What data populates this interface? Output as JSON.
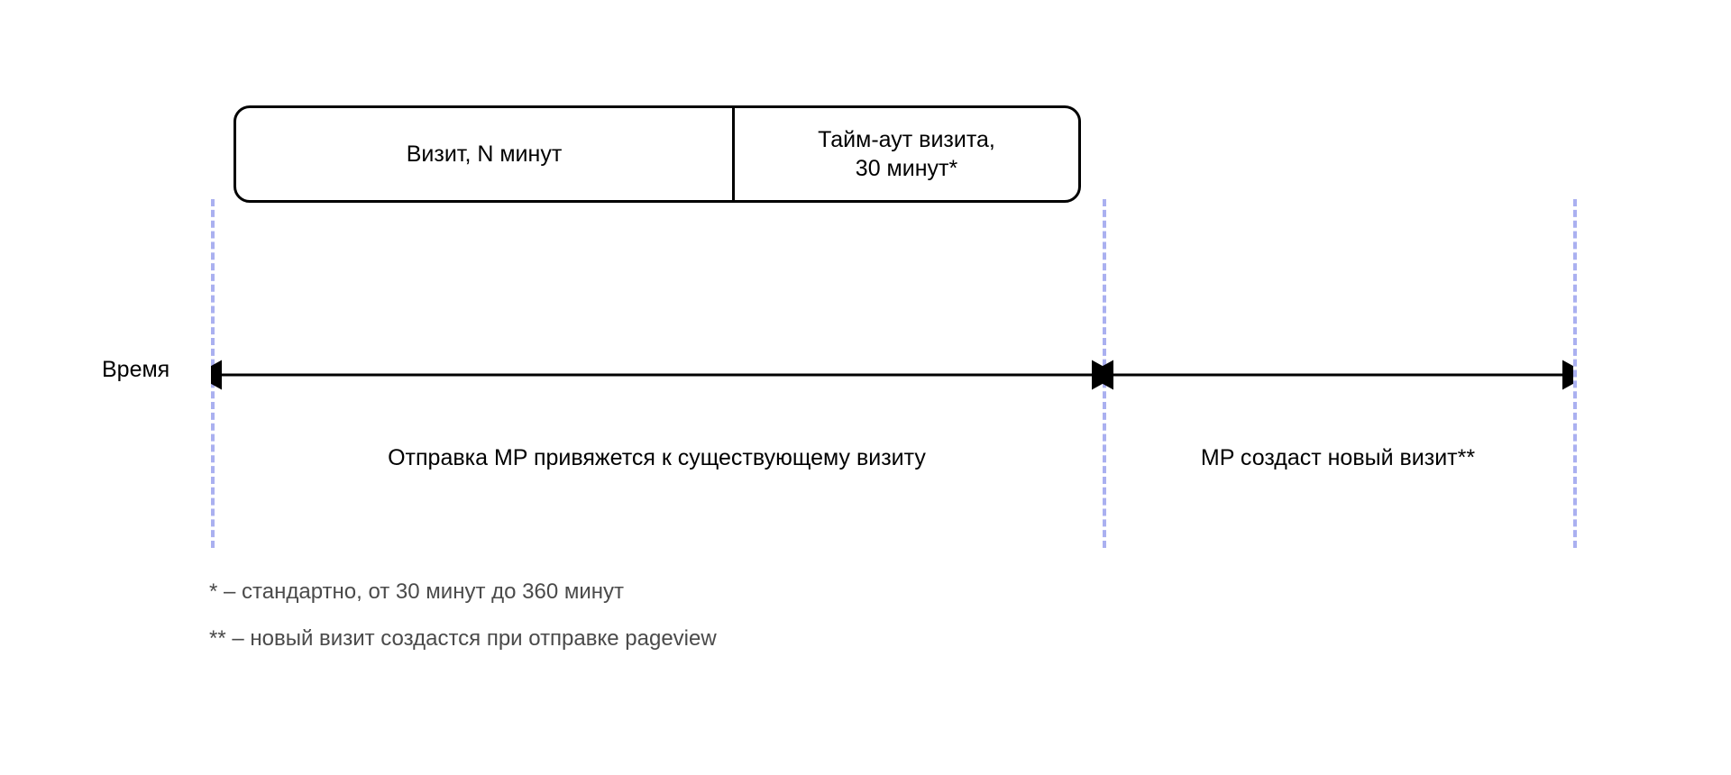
{
  "diagram": {
    "title_text": "Визит, N минут",
    "bar": {
      "segments": [
        {
          "label": "Визит, N минут",
          "name": "visit-segment"
        },
        {
          "label": "Тайм-аут визита,\n30 минут*",
          "name": "timeout-segment"
        }
      ]
    },
    "axis": {
      "label": "Время",
      "left_span_caption": "Отправка MP привяжется к существующему визиту",
      "right_span_caption": "MP создаст новый визит**"
    },
    "footnotes": [
      "* – стандартно, от 30 минут до 360 минут",
      "** – новый визит создастся при отправке pageview"
    ],
    "colors": {
      "guide_line": "#aab0f0",
      "stroke": "#000000",
      "footnote_text": "#4a4a4a",
      "background": "#ffffff"
    }
  }
}
